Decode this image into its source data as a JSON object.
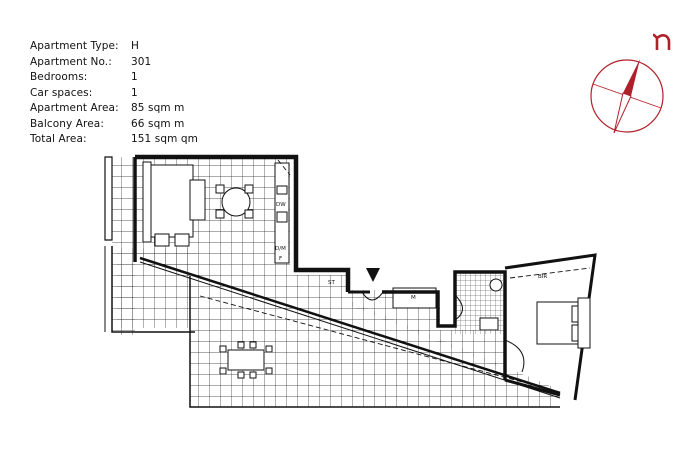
{
  "info_rows": [
    {
      "label": "Apartment Type:",
      "value": "H"
    },
    {
      "label": "Apartment No.:",
      "value": "301"
    },
    {
      "label": "Bedrooms:",
      "value": "1"
    },
    {
      "label": "Car spaces:",
      "value": "1"
    },
    {
      "label": "Apartment Area:",
      "value": "85 sqm m"
    },
    {
      "label": "Balcony Area:",
      "value": "66 sqm m"
    },
    {
      "label": "Total Area:",
      "value": "151 sqm qm"
    }
  ],
  "plan_labels": {
    "dw": "DW",
    "wm": "D/M",
    "fridge": "F",
    "store": "ST",
    "m": "M",
    "bir": "BIR"
  },
  "colors": {
    "brand": "#b0202a",
    "wall": "#111111",
    "grid": "#222222"
  },
  "icons": {
    "logo": "n-logo-icon",
    "compass": "compass-icon",
    "entry": "entry-arrow-icon"
  }
}
